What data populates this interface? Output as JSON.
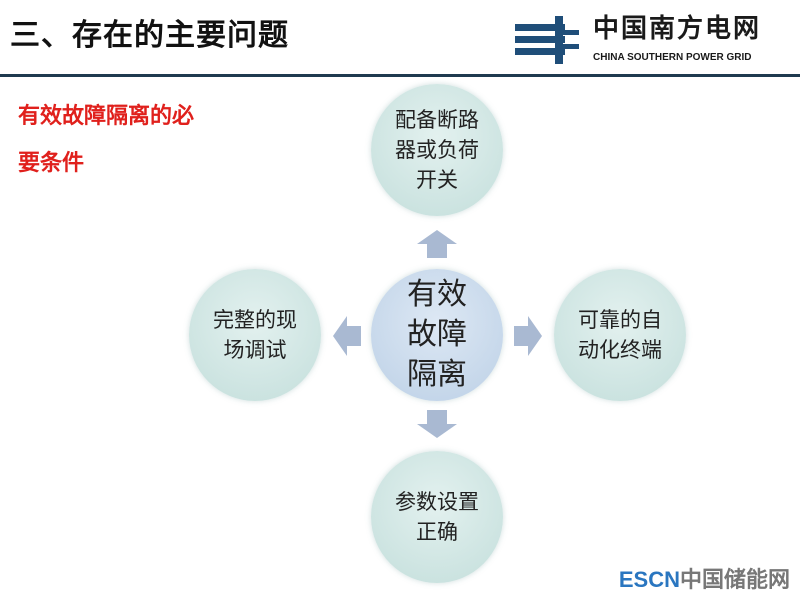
{
  "header": {
    "title": "三、存在的主要问题",
    "logo_cn": "中国南方电网",
    "logo_en": "CHINA SOUTHERN POWER GRID"
  },
  "subtitle": {
    "line1": "有效故障隔离的必",
    "line2": "要条件"
  },
  "diagram": {
    "center": "有效故障隔离",
    "top": "配备断路器或负荷开关",
    "right": "可靠的自动化终端",
    "bottom": "参数设置正确",
    "left": "完整的现场调试"
  },
  "watermark": {
    "brand": "ESCN",
    "name": "中国储能网"
  }
}
